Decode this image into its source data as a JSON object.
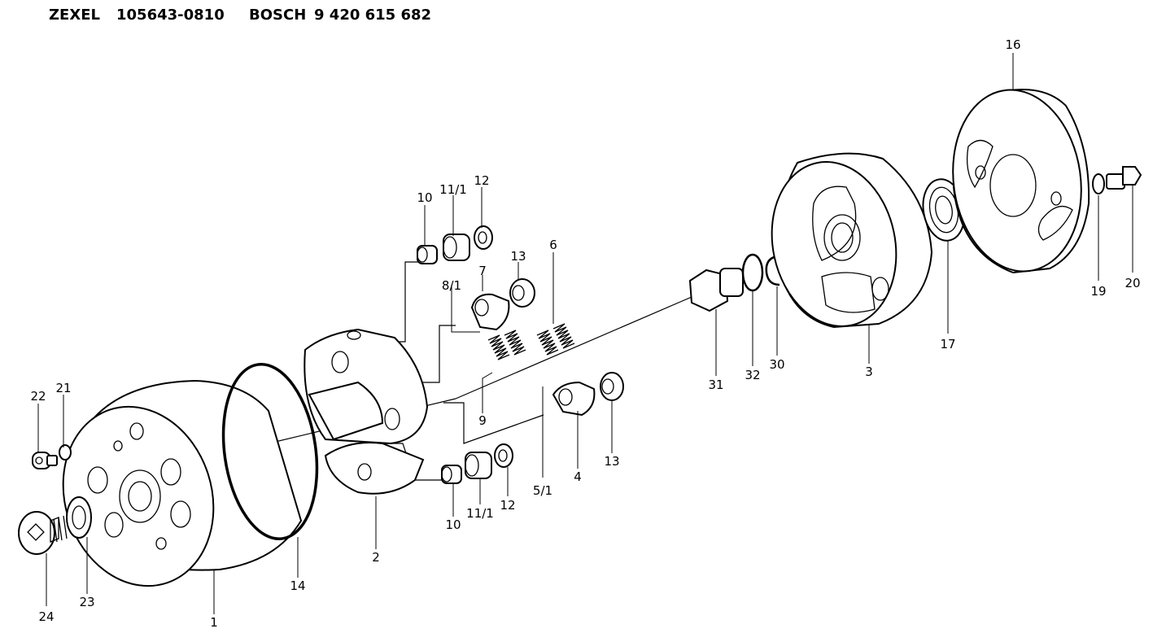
{
  "header": {
    "brand1": "ZEXEL",
    "part1": "105643-0810",
    "brand2": "BOSCH",
    "part2": "9 420 615 682"
  },
  "callouts": {
    "c1": "1",
    "c2": "2",
    "c3": "3",
    "c4": "4",
    "c5": "5/1",
    "c6": "6",
    "c7": "7",
    "c8": "8/1",
    "c9": "9",
    "c10a": "10",
    "c10b": "10",
    "c11a": "11/1",
    "c11b": "11/1",
    "c12a": "12",
    "c12b": "12",
    "c13a": "13",
    "c13b": "13",
    "c14": "14",
    "c16": "16",
    "c17": "17",
    "c19": "19",
    "c20": "20",
    "c21": "21",
    "c22": "22",
    "c23": "23",
    "c24": "24",
    "c30": "30",
    "c31": "31",
    "c32": "32"
  }
}
